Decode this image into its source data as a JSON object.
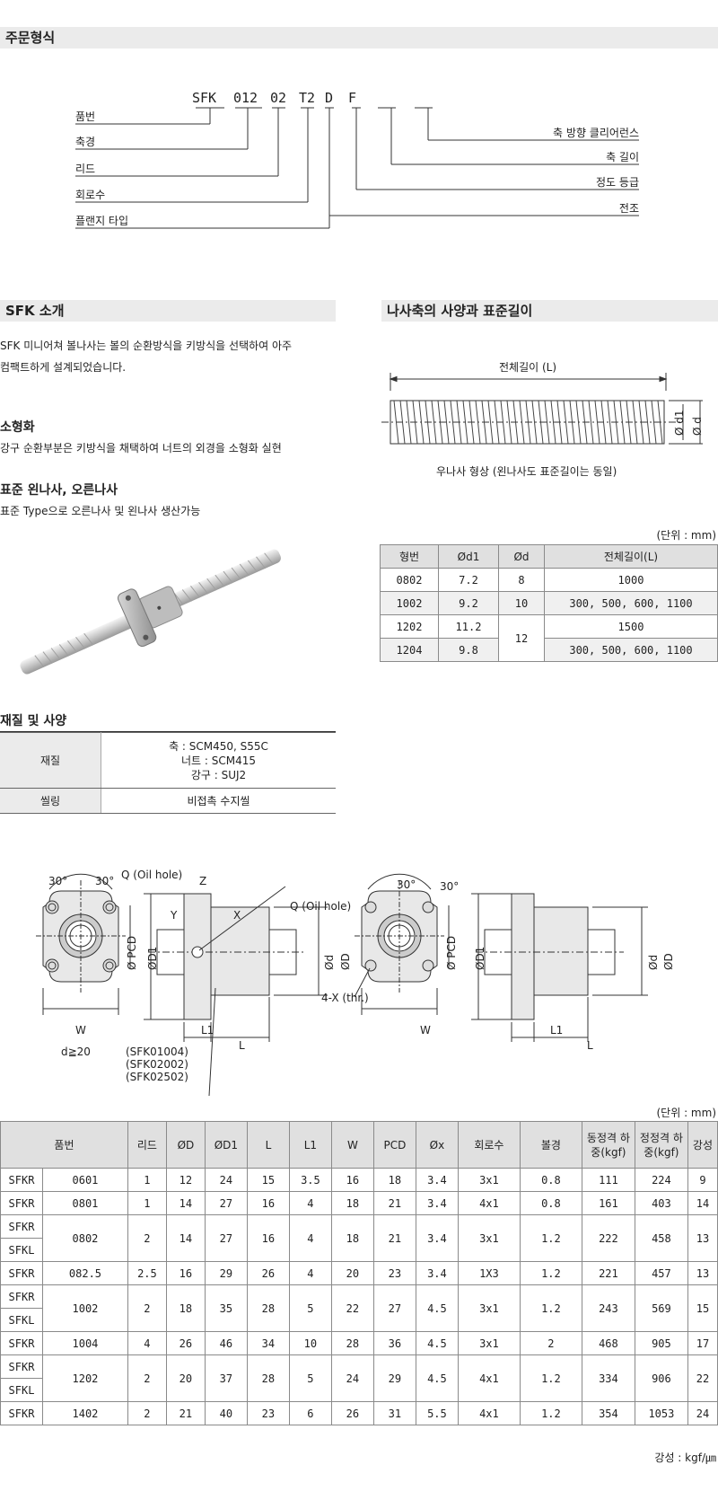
{
  "order": {
    "heading": "주문형식",
    "codes": [
      "SFK",
      "012",
      "02",
      "T2",
      "D",
      "F"
    ],
    "left_labels": [
      "품번",
      "축경",
      "리드",
      "회로수",
      "플랜지 타입"
    ],
    "right_labels": [
      "축 방향 클리어런스",
      "축 길이",
      "정도 등급",
      "전조"
    ]
  },
  "intro": {
    "heading": "SFK 소개",
    "body_lines": [
      "SFK 미니어쳐 볼나사는 볼의 순환방식을 키방식을 선택하여 아주",
      "컴팩트하게 설계되었습니다."
    ],
    "sub1_title": "소형화",
    "sub1_body": "강구 순환부분은 키방식을 채택하여 너트의 외경을 소형화 실현",
    "sub2_title": "표준 왼나사, 오른나사",
    "sub2_body": "표준 Type으로 오른나사 및 왼나사 생산가능"
  },
  "screw": {
    "heading": "나사축의 사양과 표준길이",
    "total_length_label": "전체길이 (L)",
    "d1_label": "Ø d1",
    "d_label": "Ø d",
    "caption": "우나사 형상 (왼나사도 표준길이는 동일)",
    "unit": "(단위 : mm)",
    "headers": [
      "형번",
      "Ød1",
      "Ød",
      "전체길이(L)"
    ],
    "rows": [
      {
        "model": "0802",
        "d1": "7.2",
        "d": "8",
        "length": "1000"
      },
      {
        "model": "1002",
        "d1": "9.2",
        "d": "10",
        "length": "300, 500, 600, 1100"
      },
      {
        "model": "1202",
        "d1": "11.2",
        "d": "12",
        "length": "1500"
      },
      {
        "model": "1204",
        "d1": "9.8",
        "d": "",
        "length": "300, 500, 600, 1100"
      }
    ]
  },
  "material": {
    "heading": "재질 및 사양",
    "rows": [
      {
        "label": "재질",
        "lines": [
          "축 : SCM450, S55C",
          "너트 : SCM415",
          "강구 : SUJ2"
        ]
      },
      {
        "label": "씰링",
        "lines": [
          "비접촉 수지씰"
        ]
      }
    ]
  },
  "drawing": {
    "angle1": "30°",
    "angle2": "30°",
    "angle3": "30°",
    "angle4": "30°",
    "oil1": "Q (Oil hole)",
    "oil2": "Q (Oil hole)",
    "z": "Z",
    "y": "Y",
    "x": "X",
    "pcd": "Ø PCD",
    "pcd2": "Ø PCD",
    "d1": "ØD1",
    "d1b": "ØD1",
    "dd": "Ød",
    "dD": "ØD",
    "dd2": "Ød",
    "dD2": "ØD",
    "w": "W",
    "w2": "W",
    "l1": "L1",
    "l": "L",
    "l1b": "L1",
    "lb": "L",
    "dmin": "d≧20",
    "thr": "4-X (thr.)",
    "models": [
      "(SFK01004)",
      "(SFK02002)",
      "(SFK02502)"
    ]
  },
  "spec": {
    "unit": "(단위 : mm)",
    "headers": [
      "품번",
      "리드",
      "ØD",
      "ØD1",
      "L",
      "L1",
      "W",
      "PCD",
      "Øx",
      "회로수",
      "볼경",
      "동정격 하중(kgf)",
      "정정격 하중(kgf)",
      "강성"
    ],
    "rows": [
      {
        "types": [
          "SFKR"
        ],
        "no": "0601",
        "v": [
          "1",
          "12",
          "24",
          "15",
          "3.5",
          "16",
          "18",
          "3.4",
          "3x1",
          "0.8",
          "111",
          "224",
          "9"
        ]
      },
      {
        "types": [
          "SFKR"
        ],
        "no": "0801",
        "v": [
          "1",
          "14",
          "27",
          "16",
          "4",
          "18",
          "21",
          "3.4",
          "4x1",
          "0.8",
          "161",
          "403",
          "14"
        ]
      },
      {
        "types": [
          "SFKR",
          "SFKL"
        ],
        "no": "0802",
        "v": [
          "2",
          "14",
          "27",
          "16",
          "4",
          "18",
          "21",
          "3.4",
          "3x1",
          "1.2",
          "222",
          "458",
          "13"
        ]
      },
      {
        "types": [
          "SFKR"
        ],
        "no": "082.5",
        "v": [
          "2.5",
          "16",
          "29",
          "26",
          "4",
          "20",
          "23",
          "3.4",
          "1X3",
          "1.2",
          "221",
          "457",
          "13"
        ]
      },
      {
        "types": [
          "SFKR",
          "SFKL"
        ],
        "no": "1002",
        "v": [
          "2",
          "18",
          "35",
          "28",
          "5",
          "22",
          "27",
          "4.5",
          "3x1",
          "1.2",
          "243",
          "569",
          "15"
        ]
      },
      {
        "types": [
          "SFKR"
        ],
        "no": "1004",
        "v": [
          "4",
          "26",
          "46",
          "34",
          "10",
          "28",
          "36",
          "4.5",
          "3x1",
          "2",
          "468",
          "905",
          "17"
        ]
      },
      {
        "types": [
          "SFKR",
          "SFKL"
        ],
        "no": "1202",
        "v": [
          "2",
          "20",
          "37",
          "28",
          "5",
          "24",
          "29",
          "4.5",
          "4x1",
          "1.2",
          "334",
          "906",
          "22"
        ]
      },
      {
        "types": [
          "SFKR"
        ],
        "no": "1402",
        "v": [
          "2",
          "21",
          "40",
          "23",
          "6",
          "26",
          "31",
          "5.5",
          "4x1",
          "1.2",
          "354",
          "1053",
          "24"
        ]
      }
    ],
    "footnote": "강성 : kgf/㎛"
  }
}
